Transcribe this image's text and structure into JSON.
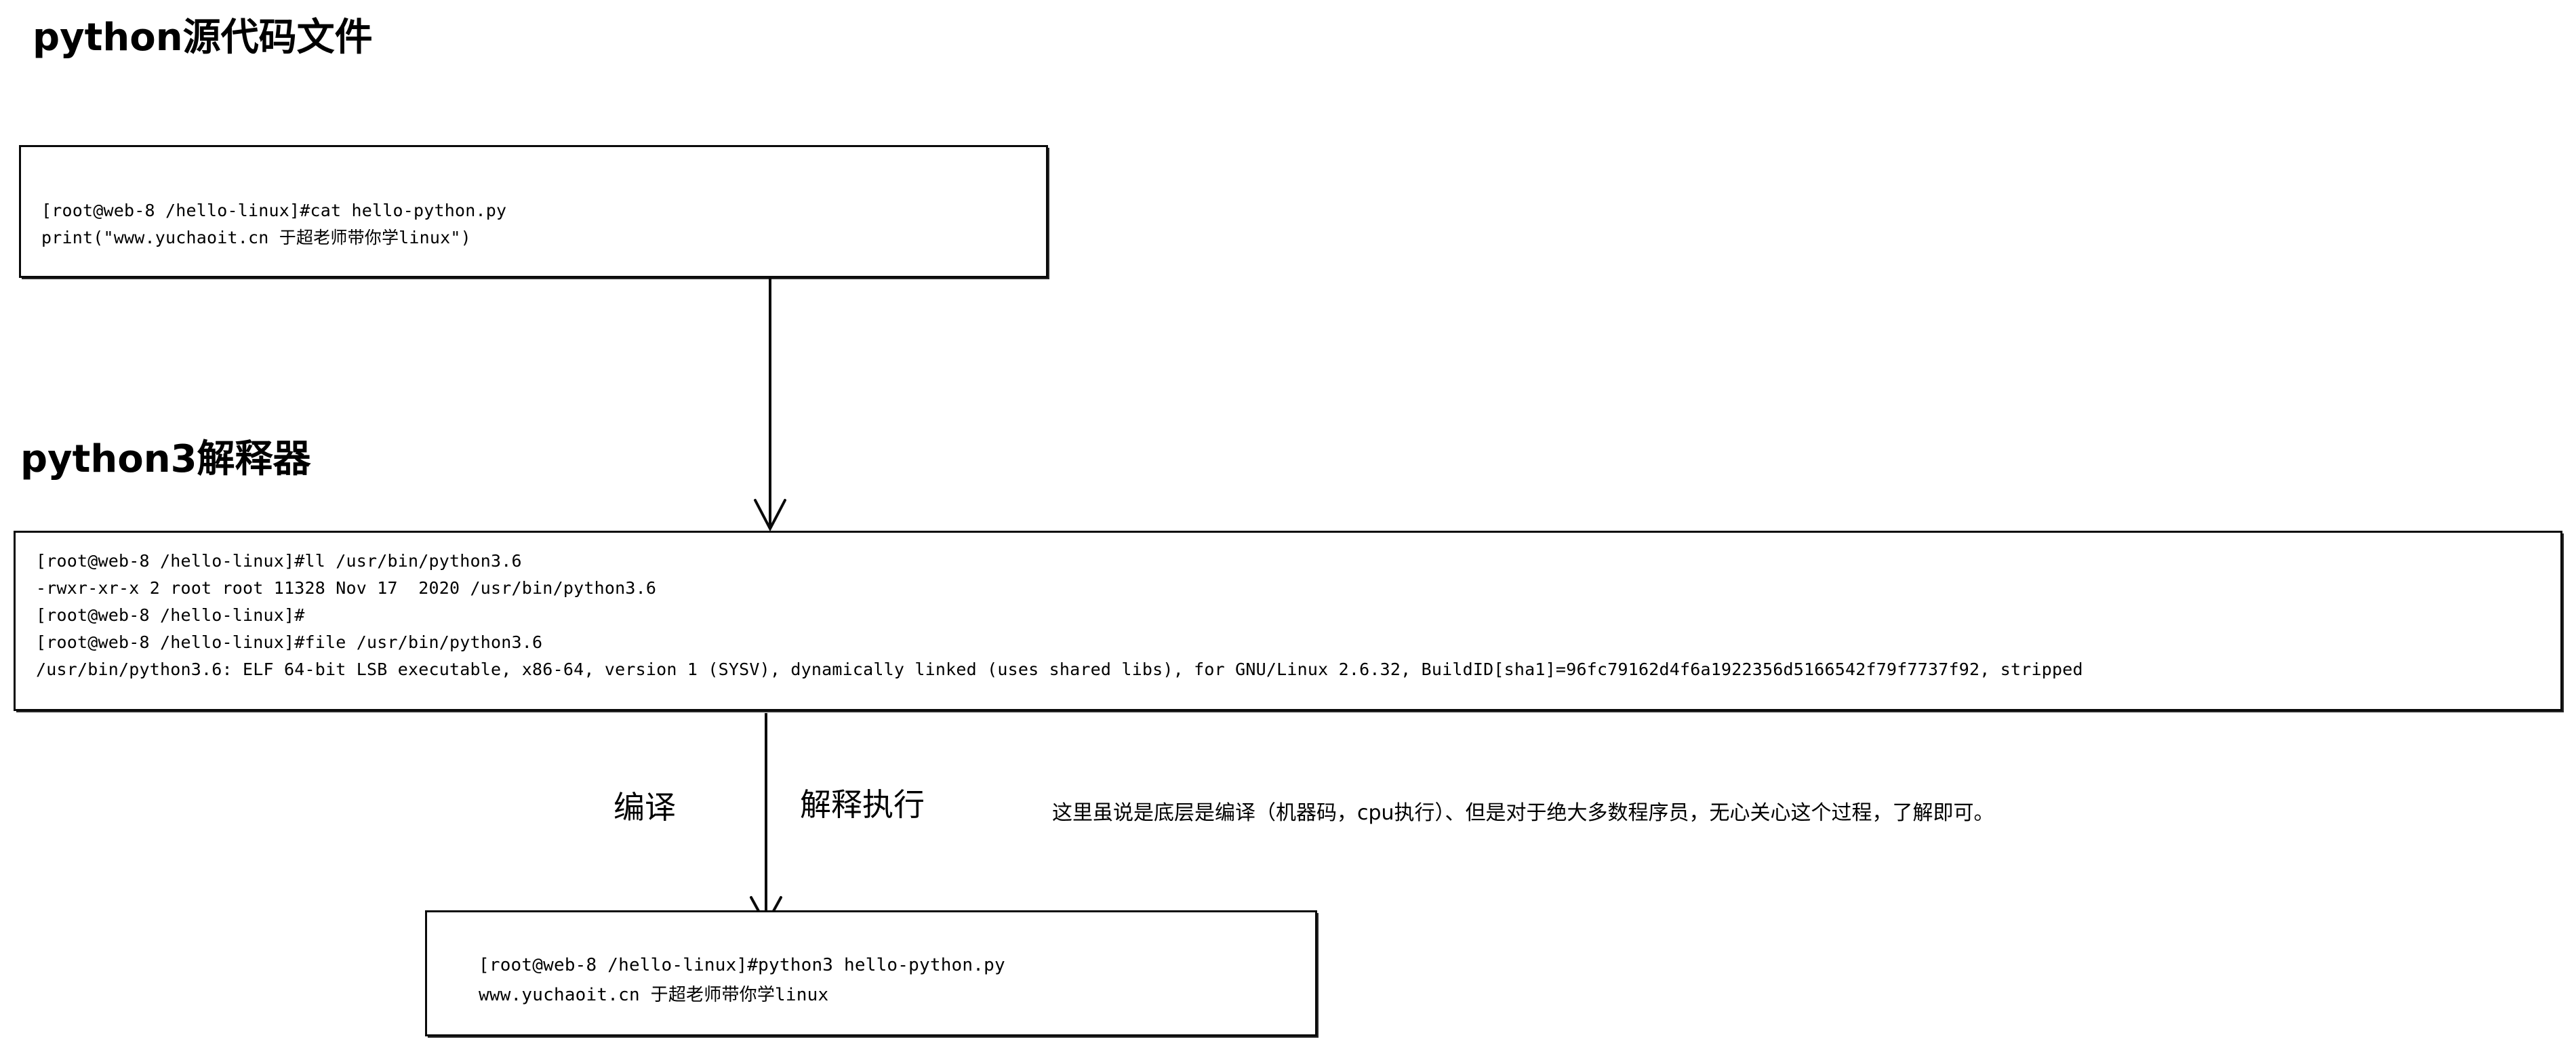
{
  "page": {
    "background_color": "#ffffff",
    "text_color": "#000000"
  },
  "headings": {
    "source_file": "python源代码文件",
    "interpreter": "python3解释器"
  },
  "boxes": {
    "source_file": {
      "name": "python-source-file-terminal",
      "lines": [
        "[root@web-8 /hello-linux]#cat hello-python.py",
        "print(\"www.yuchaoit.cn 于超老师带你学linux\")"
      ],
      "text": "[root@web-8 /hello-linux]#cat hello-python.py\nprint(\"www.yuchaoit.cn 于超老师带你学linux\")"
    },
    "interpreter": {
      "name": "python3-interpreter-terminal",
      "lines": [
        "[root@web-8 /hello-linux]#ll /usr/bin/python3.6",
        "-rwxr-xr-x 2 root root 11328 Nov 17  2020 /usr/bin/python3.6",
        "[root@web-8 /hello-linux]#",
        "[root@web-8 /hello-linux]#file /usr/bin/python3.6",
        "/usr/bin/python3.6: ELF 64-bit LSB executable, x86-64, version 1 (SYSV), dynamically linked (uses shared libs), for GNU/Linux 2.6.32, BuildID[sha1]=96fc79162d4f6a1922356d5166542f79f7737f92, stripped"
      ],
      "text": "[root@web-8 /hello-linux]#ll /usr/bin/python3.6\n-rwxr-xr-x 2 root root 11328 Nov 17  2020 /usr/bin/python3.6\n[root@web-8 /hello-linux]#\n[root@web-8 /hello-linux]#file /usr/bin/python3.6\n/usr/bin/python3.6: ELF 64-bit LSB executable, x86-64, version 1 (SYSV), dynamically linked (uses shared libs), for GNU/Linux 2.6.32, BuildID[sha1]=96fc79162d4f6a1922356d5166542f79f7737f92, stripped"
    },
    "output": {
      "name": "python3-run-output-terminal",
      "lines": [
        "[root@web-8 /hello-linux]#python3 hello-python.py",
        "www.yuchaoit.cn 于超老师带你学linux"
      ],
      "text": "[root@web-8 /hello-linux]#python3 hello-python.py\nwww.yuchaoit.cn 于超老师带你学linux"
    }
  },
  "labels": {
    "compile": "编译",
    "interpret_execute": "解释执行",
    "compile_note": "这里虽说是底层是编译（机器码，cpu执行）、但是对于绝大多数程序员，无心关心这个过程，了解即可。"
  },
  "arrows": [
    {
      "name": "arrow-source-to-interpreter",
      "direction": "down"
    },
    {
      "name": "arrow-interpreter-to-output",
      "direction": "down"
    }
  ]
}
